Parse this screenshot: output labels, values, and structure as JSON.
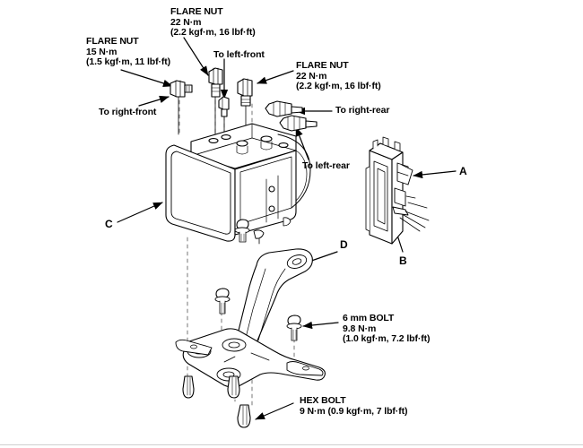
{
  "document": {
    "type": "technical-service-diagram",
    "subject": "ABS modulator unit, control unit and mounting bracket exploded view",
    "background_color": "#ffffff",
    "line_color": "#000000"
  },
  "labels": {
    "flare_nut_15": {
      "line1": "FLARE NUT",
      "line2": "15 N·m",
      "line3": "(1.5 kgf·m, 11 lbf·ft)"
    },
    "flare_nut_22_top": {
      "line1": "FLARE NUT",
      "line2": "22 N·m",
      "line3": "(2.2 kgf·m, 16 lbf·ft)"
    },
    "flare_nut_22_right": {
      "line1": "FLARE NUT",
      "line2": "22 N·m",
      "line3": "(2.2 kgf·m, 16 lbf·ft)"
    },
    "bolt_6mm": {
      "line1": "6 mm BOLT",
      "line2": "9.8 N·m",
      "line3": "(1.0 kgf·m, 7.2 lbf·ft)"
    },
    "hex_bolt": {
      "line1": "HEX BOLT",
      "line2": "9 N·m (0.9 kgf·m, 7 lbf·ft)"
    },
    "to_left_front": "To left-front",
    "to_right_front": "To right-front",
    "to_right_rear": "To right-rear",
    "to_left_rear": "To left-rear",
    "item_a": "A",
    "item_b": "B",
    "item_c": "C",
    "item_d": "D"
  },
  "parts": [
    {
      "key": "modulator",
      "callout": "C",
      "description": "ABS hydraulic modulator unit"
    },
    {
      "key": "control_unit",
      "callout": "A",
      "description": "ABS control unit connector"
    },
    {
      "key": "control_unit_body",
      "callout": "B",
      "description": "ABS control unit housing"
    },
    {
      "key": "bracket",
      "callout": "D",
      "description": "Modulator mounting bracket"
    }
  ],
  "torque_specs": [
    {
      "fastener": "FLARE NUT",
      "nm": "15 N·m",
      "alt": "(1.5 kgf·m, 11 lbf·ft)"
    },
    {
      "fastener": "FLARE NUT",
      "nm": "22 N·m",
      "alt": "(2.2 kgf·m, 16 lbf·ft)"
    },
    {
      "fastener": "6 mm BOLT",
      "nm": "9.8 N·m",
      "alt": "(1.0 kgf·m, 7.2 lbf·ft)"
    },
    {
      "fastener": "HEX BOLT",
      "nm": "9 N·m",
      "alt": "(0.9 kgf·m, 7 lbf·ft)"
    }
  ]
}
